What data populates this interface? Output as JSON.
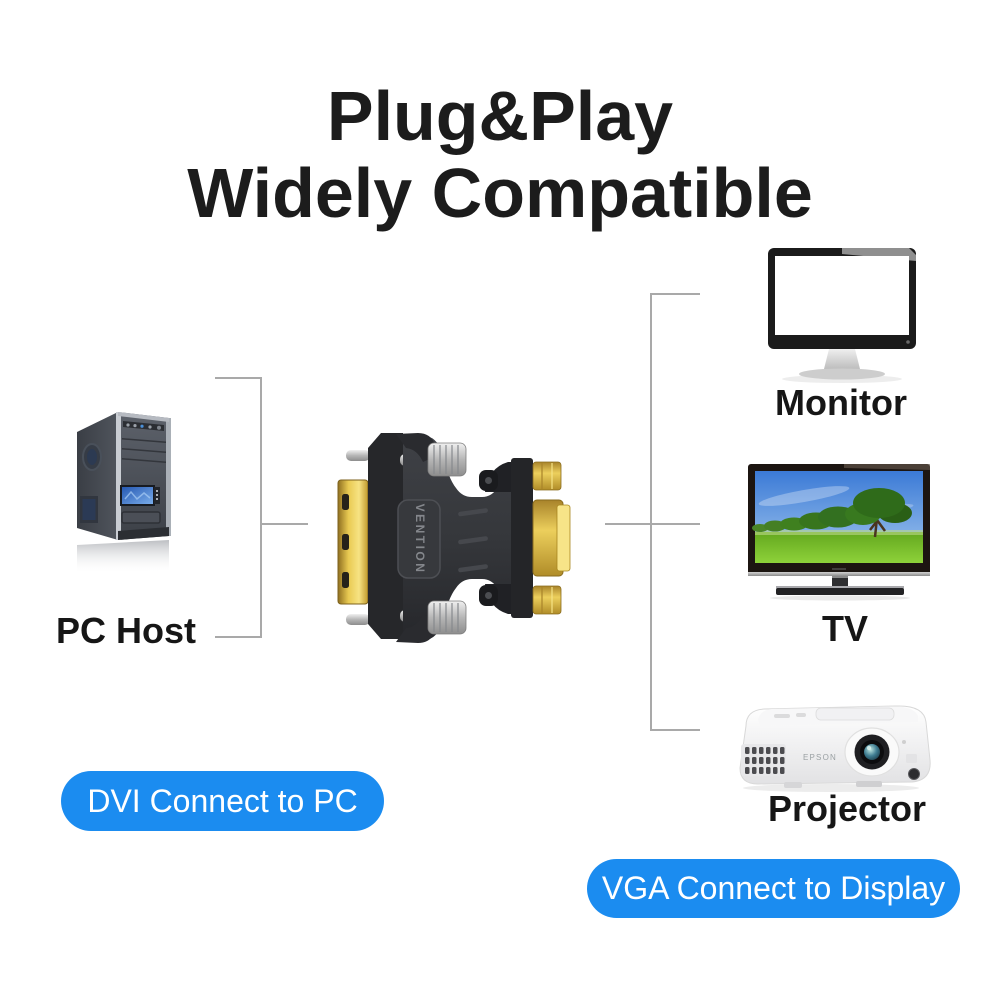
{
  "title": {
    "line1": "Plug&Play",
    "line2": "Widely Compatible"
  },
  "source_device": {
    "label": "PC Host"
  },
  "adapter": {
    "brand": "VENTION"
  },
  "display_devices": [
    {
      "label": "Monitor"
    },
    {
      "label": "TV"
    },
    {
      "label": "Projector"
    }
  ],
  "projector": {
    "brand": "EPSON"
  },
  "callouts": {
    "dvi_label": "DVI Connect to PC",
    "vga_label": "VGA Connect to Display"
  },
  "colors": {
    "accent_blue": "#1b8cf0",
    "connector_line": "#a9a9a9",
    "text": "#1c1c1c",
    "adapter_gold": "#e3c251"
  }
}
